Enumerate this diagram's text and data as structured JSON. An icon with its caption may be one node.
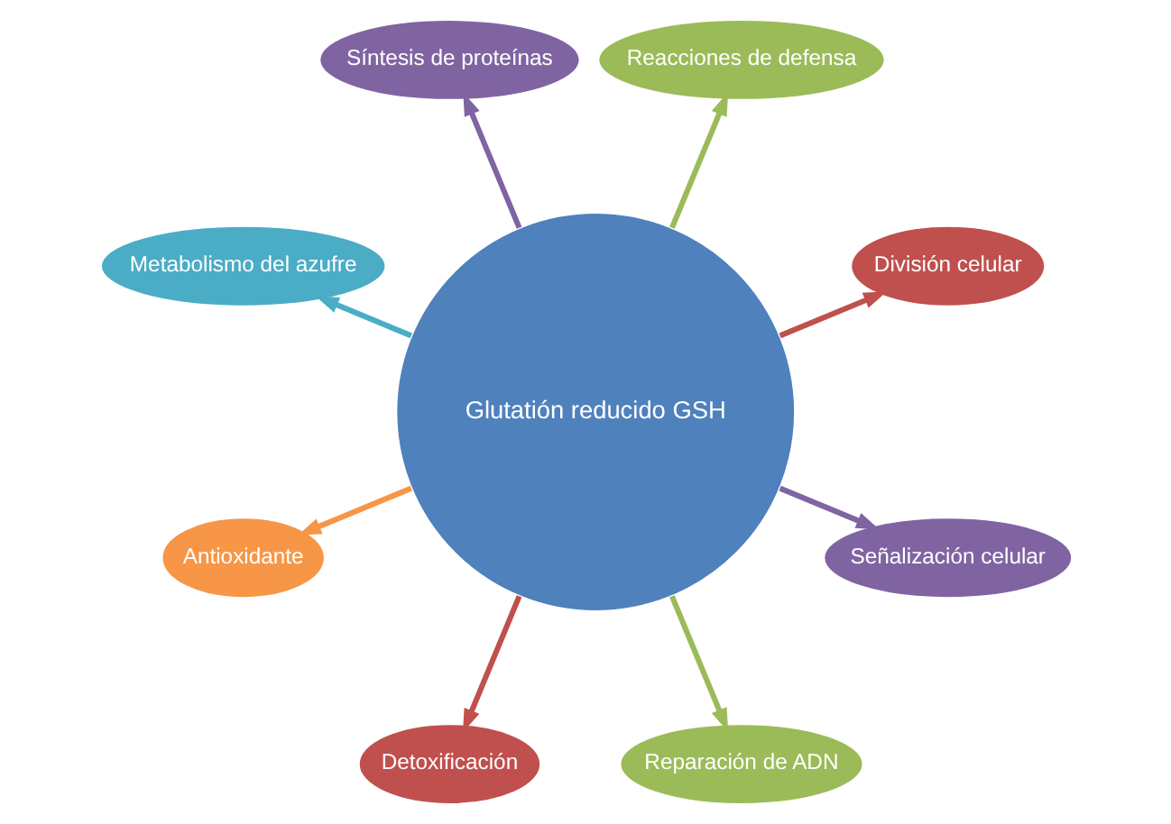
{
  "diagram": {
    "nodes": [
      {
        "text": [
          "Glutatión reducido GSH"
        ]
      },
      {
        "text": [
          "División celular"
        ]
      },
      {
        "text": [
          "Reacciones de defensa"
        ]
      },
      {
        "text": [
          "Síntesis de proteínas"
        ]
      },
      {
        "text": [
          "Metabolismo del azufre"
        ]
      },
      {
        "text": [
          "Antioxidante"
        ]
      },
      {
        "text": [
          "Detoxificación"
        ]
      },
      {
        "text": [
          "Reparación de ADN"
        ]
      },
      {
        "text": [
          "Señalización celular"
        ]
      }
    ],
    "edges": [
      {
        "from": 0,
        "to": 1,
        "arrow": "to",
        "color": "#c0504d"
      },
      {
        "from": 0,
        "to": 2,
        "arrow": "to",
        "color": "#9bbb59"
      },
      {
        "from": 0,
        "to": 3,
        "arrow": "to",
        "color": "#8064a2"
      },
      {
        "from": 0,
        "to": 4,
        "arrow": "to",
        "color": "#4bacc6"
      },
      {
        "from": 0,
        "to": 5,
        "arrow": "to",
        "color": "#f79646"
      },
      {
        "from": 0,
        "to": 6,
        "arrow": "to",
        "color": "#c0504d"
      },
      {
        "from": 0,
        "to": 7,
        "arrow": "to",
        "color": "#9bbb59"
      },
      {
        "from": 0,
        "to": 8,
        "arrow": "to",
        "color": "#8064a2"
      }
    ]
  }
}
